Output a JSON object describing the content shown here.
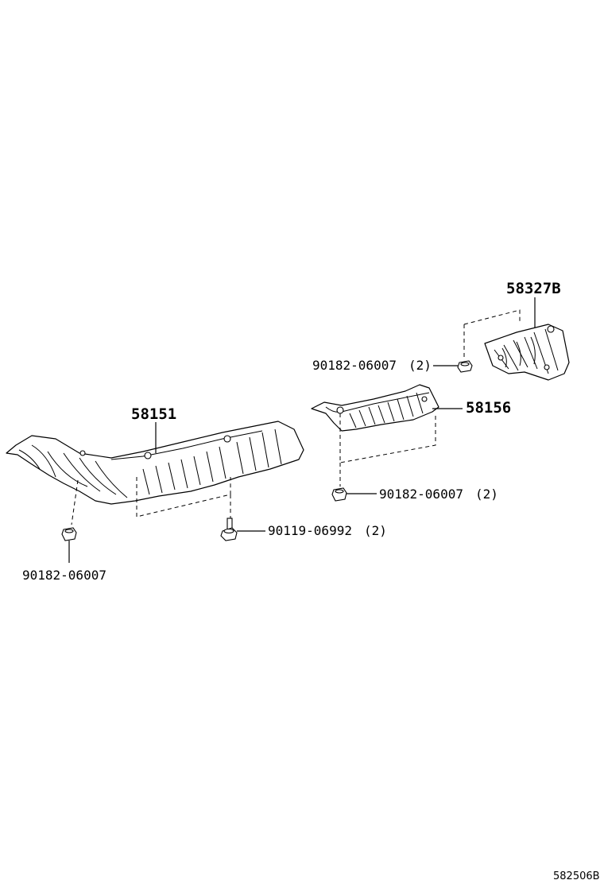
{
  "diagram": {
    "figure_code": "582506B",
    "parts": [
      {
        "id": "p58327B",
        "number": "58327B"
      },
      {
        "id": "p58151",
        "number": "58151"
      },
      {
        "id": "p58156",
        "number": "58156"
      }
    ],
    "fasteners": [
      {
        "id": "nut-upper-right",
        "number": "90182-06007",
        "qty": "(2)"
      },
      {
        "id": "nut-middle",
        "number": "90182-06007",
        "qty": "(2)"
      },
      {
        "id": "bolt-center",
        "number": "90119-06992",
        "qty": "(2)"
      },
      {
        "id": "nut-left",
        "number": "90182-06007",
        "qty": ""
      }
    ]
  }
}
